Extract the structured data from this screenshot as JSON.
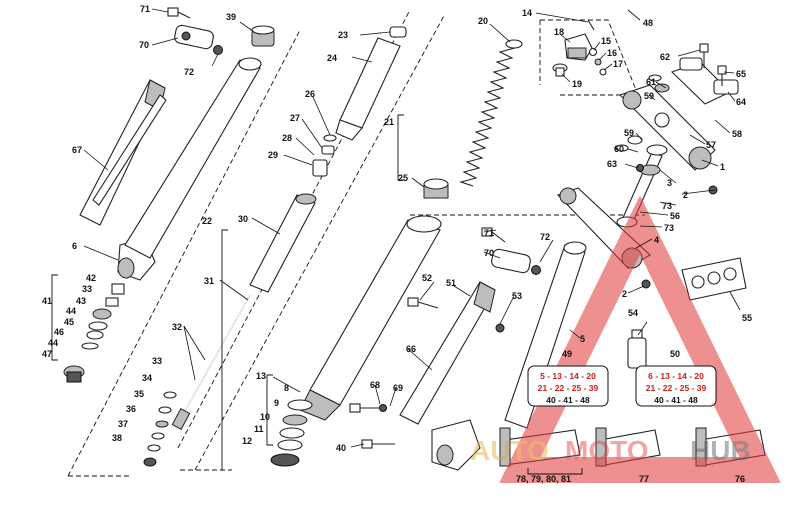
{
  "labels": {
    "p1": "1",
    "p2a": "2",
    "p2b": "2",
    "p3": "3",
    "p4": "4",
    "p5": "5",
    "p6": "6",
    "p8": "8",
    "p9": "9",
    "p10": "10",
    "p11": "11",
    "p12": "12",
    "p13": "13",
    "p14": "14",
    "p15": "15",
    "p16": "16",
    "p17": "17",
    "p18": "18",
    "p19": "19",
    "p20": "20",
    "p21a": "21",
    "p22": "22",
    "p23": "23",
    "p24": "24",
    "p25": "25",
    "p26": "26",
    "p27": "27",
    "p28": "28",
    "p29": "29",
    "p30": "30",
    "p31": "31",
    "p32": "32",
    "p33a": "33",
    "p33b": "33",
    "p34": "34",
    "p35": "35",
    "p36": "36",
    "p37": "37",
    "p38": "38",
    "p39": "39",
    "p40": "40",
    "p41": "41",
    "p42": "42",
    "p43": "43",
    "p44a": "44",
    "p44b": "44",
    "p45": "45",
    "p46": "46",
    "p47": "47",
    "p48": "48",
    "p49": "49",
    "p50": "50",
    "p51": "51",
    "p52": "52",
    "p53": "53",
    "p54": "54",
    "p55": "55",
    "p56": "56",
    "p57": "57",
    "p58": "58",
    "p59a": "59",
    "p59b": "59",
    "p60": "60",
    "p61": "61",
    "p62": "62",
    "p63": "63",
    "p64": "64",
    "p65": "65",
    "p66": "66",
    "p67": "67",
    "p68": "68",
    "p69": "69",
    "p70a": "70",
    "p70b": "70",
    "p71a": "71",
    "p71b": "71",
    "p72a": "72",
    "p72b": "72",
    "p73a": "73",
    "p73b": "73",
    "p76": "76",
    "p77": "77",
    "p78": "78, 79, 80, 81"
  },
  "kit_49": {
    "line1": "5 - 13 - 14 - 20",
    "line2": "21 - 22 - 25 - 39",
    "line3": "40 - 41 - 48"
  },
  "kit_50": {
    "line1": "6 - 13 - 14 - 20",
    "line2": "21 - 22 - 25 - 39",
    "line3": "40 - 41 - 48"
  },
  "watermark": {
    "part1": "AUTO",
    "part2": "MOTO",
    "part3": "HUB",
    "color_main": "#e23a3a",
    "color_accent": "#e0a832"
  },
  "colors": {
    "line": "#111111",
    "kit_red": "#c8201f",
    "kit_black": "#111111",
    "watermark_triangle": "#e23a3a"
  }
}
